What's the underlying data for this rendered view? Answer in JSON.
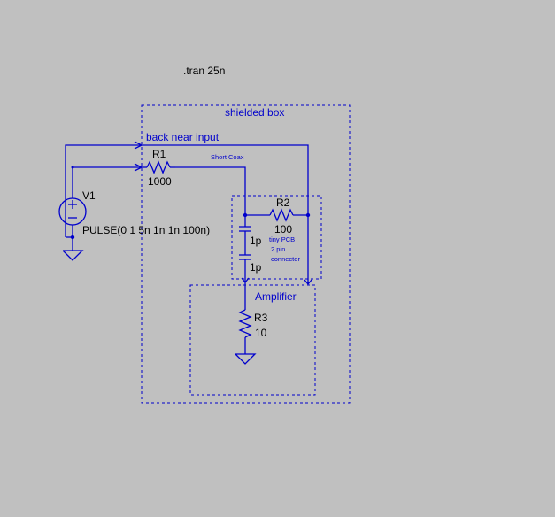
{
  "directive": ".tran 25n",
  "boxes": {
    "shielded": "shielded box",
    "amplifier": "Amplifier"
  },
  "nets": {
    "back_near_input": "back near input",
    "short_coax": "Short Coax"
  },
  "components": {
    "v1": {
      "name": "V1",
      "value": "PULSE(0 1 5n 1n 1n 100n)"
    },
    "r1": {
      "name": "R1",
      "value": "1000"
    },
    "r2": {
      "name": "R2",
      "value": "100"
    },
    "c1": {
      "value": "1p"
    },
    "c2": {
      "value": "1p"
    },
    "r3": {
      "name": "R3",
      "value": "10"
    }
  },
  "notes": {
    "pcb_line1": "tiny PCB",
    "pcb_line2": "2 pin",
    "pcb_line3": "connector"
  },
  "colors": {
    "background": "#c0c0c0",
    "wire": "#0000cc",
    "text": "#000000"
  }
}
